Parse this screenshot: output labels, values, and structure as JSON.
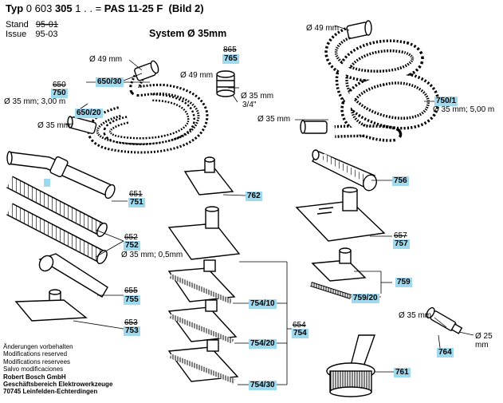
{
  "header": {
    "typ_label": "Typ",
    "typ_number_a": "0 603",
    "typ_number_b": "305",
    "typ_suffix": "1 . . =",
    "model": "PAS 11-25 F",
    "bild": "(Bild 2)",
    "stand_label": "Stand",
    "stand_value": "95-01",
    "issue_label": "Issue",
    "issue_value": "95-03",
    "system": "System Ø 35mm"
  },
  "dims": {
    "d49_left": "Ø 49 mm",
    "d49_mid": "Ø 49 mm",
    "d49_right": "Ø 49 mm",
    "d35_300": "Ø 35 mm; 3,00 m",
    "d35_left": "Ø 35 mm",
    "d35_mid": "Ø 35 mm",
    "thread": "3/4\"",
    "d35_right": "Ø 35 mm",
    "d35_500": "Ø 35 mm; 5,00 m",
    "d35_050": "Ø 35 mm; 0,5mm",
    "d35_adapter": "Ø 35 mm",
    "d25_adapter": "Ø 25 mm"
  },
  "callouts": {
    "c865_old": "865",
    "c765": "765",
    "c650_old": "650",
    "c750": "750",
    "c650_30": "650/30",
    "c650_20": "650/20",
    "c750_1": "750/1",
    "c651_old": "651",
    "c751": "751",
    "c652_old": "652",
    "c752": "752",
    "c655_old": "655",
    "c755": "755",
    "c653_old": "653",
    "c753": "753",
    "c762": "762",
    "c756": "756",
    "c657_old": "657",
    "c757": "757",
    "c759": "759",
    "c759_20": "759/20",
    "c754_10": "754/10",
    "c754_20": "754/20",
    "c754_30": "754/30",
    "c654_old": "654",
    "c754": "754",
    "c764": "764",
    "c761": "761"
  },
  "footer": {
    "lines": [
      "Änderungen vorbehalten",
      "Modifications reserved",
      "Modifications reservees",
      "Salvo modificaciones"
    ],
    "company": [
      "Robert Bosch GmbH",
      "Geschäftsbereich Elektrowerkzeuge",
      "70745 Leinfelden-Echterdingen"
    ]
  }
}
